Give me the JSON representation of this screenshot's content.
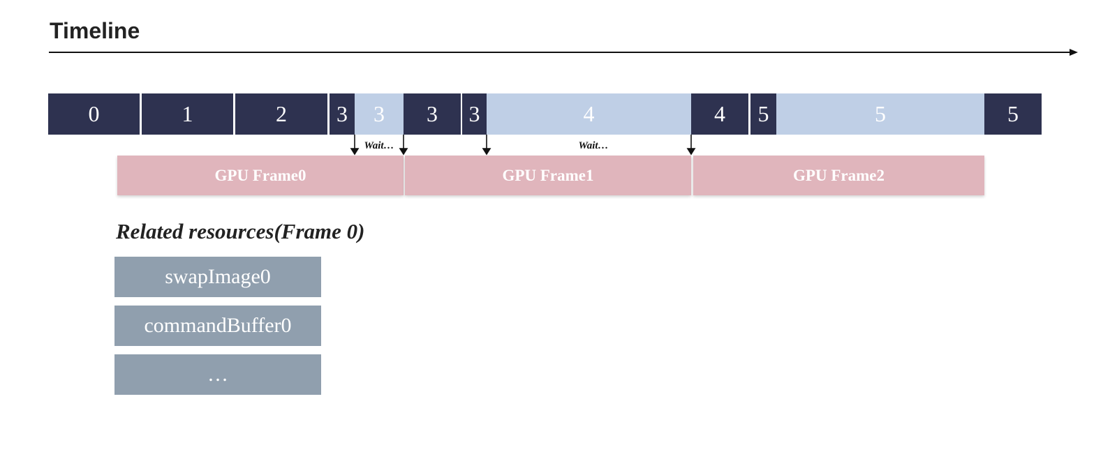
{
  "title": "Timeline",
  "cpu_frames": [
    {
      "label": "0",
      "state": "busy"
    },
    {
      "label": "1",
      "state": "busy"
    },
    {
      "label": "2",
      "state": "busy"
    },
    {
      "label": "3",
      "state": "busy"
    },
    {
      "label": "3",
      "state": "wait"
    },
    {
      "label": "3",
      "state": "busy"
    },
    {
      "label": "3",
      "state": "busy"
    },
    {
      "label": "4",
      "state": "wait"
    },
    {
      "label": "4",
      "state": "busy"
    },
    {
      "label": "5",
      "state": "busy"
    },
    {
      "label": "5",
      "state": "wait"
    },
    {
      "label": "5",
      "state": "busy"
    }
  ],
  "wait_labels": [
    "Wait…",
    "Wait…"
  ],
  "gpu_frames": [
    "GPU Frame0",
    "GPU Frame1",
    "GPU Frame2"
  ],
  "related": {
    "heading": "Related resources(Frame 0)",
    "items": [
      "swapImage0",
      "commandBuffer0",
      "…"
    ]
  },
  "colors": {
    "cpu_busy": "#2e3250",
    "cpu_wait": "#bfcfe6",
    "gpu": "#e0b5bc",
    "resource": "#909fae"
  }
}
